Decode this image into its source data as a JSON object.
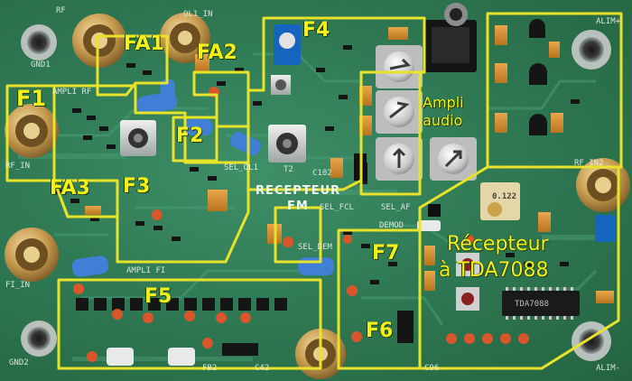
{
  "photo": {
    "subject": "green-pcb-fm-receiver",
    "colors": {
      "pcb": "#2f7a55",
      "outline": "#e8e32a",
      "connector": "#c9a15a",
      "pot": "#d9d9d9"
    }
  },
  "annotations": {
    "f1": "F1",
    "fa1": "FA1",
    "fa2": "FA2",
    "f2": "F2",
    "fa3": "FA3",
    "f3": "F3",
    "f4": "F4",
    "ampli_audio_line1": "Ampli",
    "ampli_audio_line2": "audio",
    "f5": "F5",
    "f6": "F6",
    "f7": "F7",
    "recepteur_line1": "Récepteur",
    "recepteur_line2": "à TDA7088"
  },
  "silkscreen": {
    "gnd1": "GND1",
    "rf": "RF",
    "ol1_in": "OL1_IN",
    "ampli_rf": "AMPLI RF",
    "rf_in": "RF_IN",
    "sel_ol1": "SEL_OL1",
    "t2": "T2",
    "recepteur": "RECEPTEUR",
    "fm": "FM",
    "sel_fcl": "SEL_FCL",
    "sel_af": "SEL_AF",
    "demod": "DEMOD",
    "sel_dem": "SEL_DEM",
    "ampli_fi": "AMPLI FI",
    "fi_in": "FI_IN",
    "rf_in2": "RF_IN2",
    "alim_plus": "ALIM+",
    "alim_minus": "ALIM-",
    "gnd2": "GND2",
    "fb2": "FB2",
    "c42": "C42",
    "c96": "C96",
    "c102": "C102",
    "pot_value": "0.122",
    "chip": "TDA7088"
  }
}
